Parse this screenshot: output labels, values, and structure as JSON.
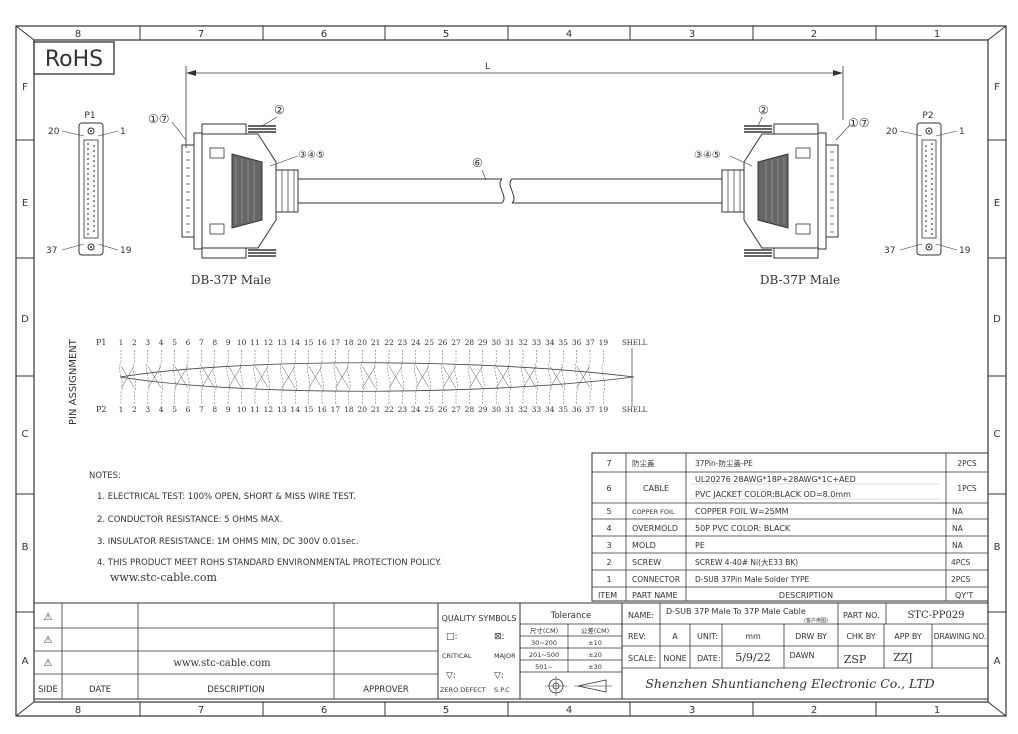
{
  "rohs": "RoHS",
  "col_numbers": [
    "8",
    "7",
    "6",
    "5",
    "4",
    "3",
    "2",
    "1"
  ],
  "row_letters": [
    "F",
    "E",
    "D",
    "C",
    "B",
    "A"
  ],
  "dimension_label": "L",
  "p1_label": "P1",
  "p2_label": "P2",
  "p1_pins": {
    "tl": "20",
    "tr": "1",
    "bl": "37",
    "br": "19"
  },
  "p2_pins": {
    "tl": "20",
    "tr": "1",
    "bl": "37",
    "br": "19"
  },
  "callouts": {
    "left_17": "①⑦",
    "left_2": "②",
    "left_345": "③④⑤",
    "cable_6": "⑥",
    "right_2": "②",
    "right_17": "①⑦",
    "right_345": "③④⑤"
  },
  "connector_left_name": "DB-37P Male",
  "connector_right_name": "DB-37P Male",
  "pin_assignment": {
    "title": "PIN ASSIGNMENT",
    "p1_label": "P1",
    "p2_label": "P2",
    "pins": [
      "1",
      "2",
      "3",
      "4",
      "5",
      "6",
      "7",
      "8",
      "9",
      "10",
      "11",
      "12",
      "13",
      "14",
      "15",
      "16",
      "17",
      "18",
      "20",
      "21",
      "22",
      "23",
      "24",
      "25",
      "26",
      "27",
      "28",
      "29",
      "30",
      "31",
      "32",
      "33",
      "34",
      "35",
      "36",
      "37",
      "19"
    ],
    "shell": "SHELL"
  },
  "notes": {
    "title": "NOTES:",
    "items": [
      "1. ELECTRICAL TEST: 100% OPEN, SHORT & MISS WIRE TEST.",
      "2. CONDUCTOR RESISTANCE: 5 OHMS MAX.",
      "3. INSULATOR RESISTANCE: 1M OHMS MIN, DC 300V 0.01sec.",
      "4. THIS PRODUCT MEET ROHS STANDARD ENVIRONMENTAL PROTECTION POLICY."
    ],
    "website": "www.stc-cable.com"
  },
  "bom": {
    "rows": [
      {
        "item": "7",
        "name": "防尘盖",
        "desc": "37Pin-防尘盖-PE",
        "qty": "2PCS"
      },
      {
        "item": "6",
        "name": "CABLE",
        "desc": "UL20276 28AWG*18P+28AWG*1C+AED",
        "desc2": "PVC JACKET COLOR:BLACK OD=8.0mm",
        "qty": "1PCS"
      },
      {
        "item": "5",
        "name": "COPPER FOIL",
        "desc": "COPPER FOIL W=25MM",
        "qty": "NA"
      },
      {
        "item": "4",
        "name": "OVERMOLD",
        "desc": "50P PVC COLOR: BLACK",
        "qty": "NA"
      },
      {
        "item": "3",
        "name": "MOLD",
        "desc": "PE",
        "qty": "NA"
      },
      {
        "item": "2",
        "name": "SCREW",
        "desc": "SCREW 4-40# Ni(大E33 BK)",
        "qty": "4PCS"
      },
      {
        "item": "1",
        "name": "CONNECTOR",
        "desc": "D-SUB 37Pin Male Solder TYPE",
        "qty": "2PCS"
      }
    ],
    "header": {
      "item": "ITEM",
      "name": "PART NAME",
      "desc": "DESCRIPTION",
      "qty": "QY'T"
    }
  },
  "revision": {
    "symbol": "⚠",
    "website": "www.stc-cable.com",
    "headers": {
      "side": "SIDE",
      "date": "DATE",
      "description": "DESCRIPTION",
      "approver": "APPROVER"
    }
  },
  "quality": {
    "title": "QUALITY SYMBOLS",
    "sym1": "□:",
    "sym2": "⊠:",
    "critical": "CRITICAL",
    "major": "MAJOR",
    "v1": "▽:",
    "v2": "▽:",
    "zero_defect": "ZERO DEFECT",
    "spc": "S.P.C"
  },
  "tolerance": {
    "title": "Tolerance",
    "col1": "尺寸(CM)",
    "col2": "公差(CM)",
    "rows": [
      [
        "30~200",
        "±10"
      ],
      [
        "201~500",
        "±20"
      ],
      [
        "501~",
        "±30"
      ]
    ]
  },
  "title_block": {
    "name_label": "NAME:",
    "name_value": "D-SUB 37P Male To 37P Male Cable",
    "name_sub": "(客户用图)",
    "part_no_label": "PART NO.",
    "part_no_value": "STC-PP029",
    "rev_label": "REV:",
    "rev_value": "A",
    "unit_label": "UNIT:",
    "unit_value": "mm",
    "drw_by": "DRW BY",
    "chk_by": "CHK BY",
    "app_by": "APP BY",
    "drawing_no": "DRAWING NO.",
    "scale_label": "SCALE:",
    "scale_value": "NONE",
    "date_label": "DATE:",
    "date_value": "5/9/22",
    "drw_name": "DAWN",
    "chk_name": "ZSP",
    "app_name": "ZZJ",
    "company": "Shenzhen Shuntiancheng Electronic Co., LTD"
  }
}
